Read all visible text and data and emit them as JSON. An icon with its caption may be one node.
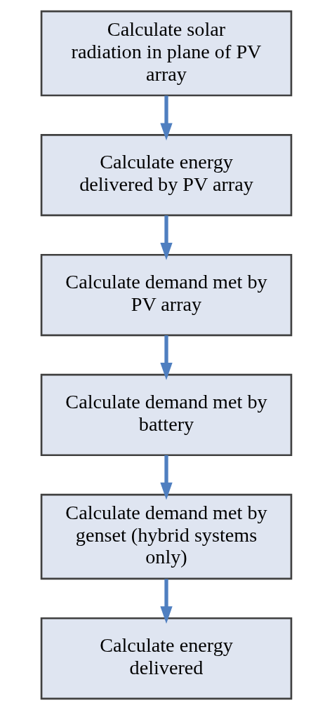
{
  "diagram": {
    "nodes": [
      {
        "text": [
          "Calculate solar radiation in plane of PV array"
        ]
      },
      {
        "text": [
          "Calculate energy delivered by PV array"
        ]
      },
      {
        "text": [
          "Calculate demand met by PV array"
        ]
      },
      {
        "text": [
          "Calculate demand met by battery"
        ]
      },
      {
        "text": [
          "Calculate demand met by genset (hybrid systems only)"
        ]
      },
      {
        "text": [
          "Calculate energy delivered"
        ]
      }
    ],
    "edges": [
      {
        "from": 0,
        "to": 1,
        "arrow": "to"
      },
      {
        "from": 1,
        "to": 2,
        "arrow": "to"
      },
      {
        "from": 2,
        "to": 3,
        "arrow": "to"
      },
      {
        "from": 3,
        "to": 4,
        "arrow": "to"
      },
      {
        "from": 4,
        "to": 5,
        "arrow": "to"
      }
    ]
  }
}
